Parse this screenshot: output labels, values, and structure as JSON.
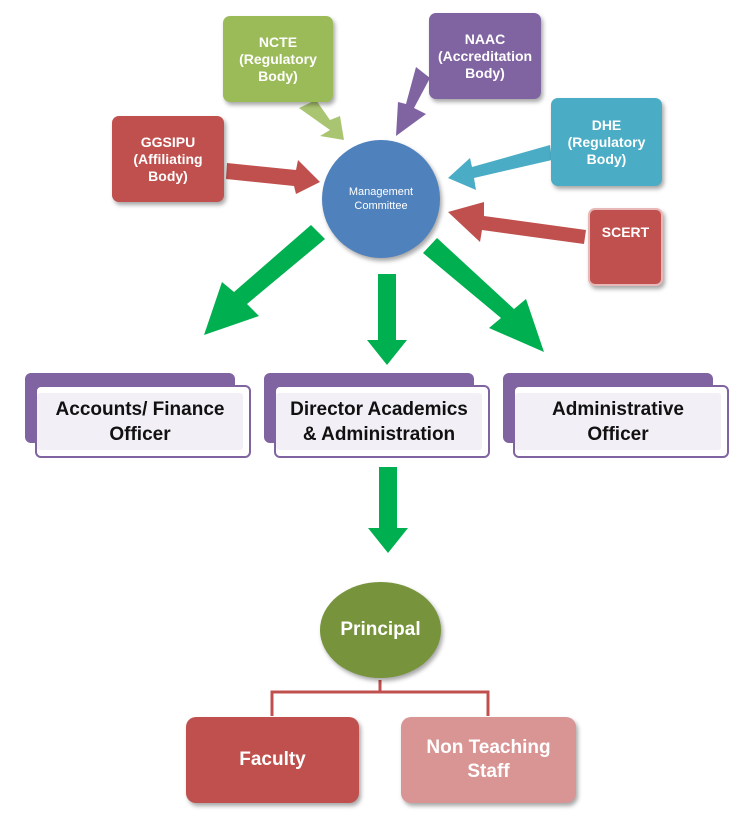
{
  "nodes": {
    "management": "Management\nCommittee",
    "ncte": "NCTE\n(Regulatory\nBody)",
    "naac": "NAAC\n(Accreditation\nBody)",
    "ggsipu": "GGSIPU\n(Affiliating\nBody)",
    "dhe": "DHE\n(Regulatory\nBody)",
    "scert": "SCERT",
    "accounts": "Accounts/ Finance\nOfficer",
    "director": "Director Academics\n& Administration",
    "administrative": "Administrative\nOfficer",
    "principal": "Principal",
    "faculty": "Faculty",
    "non_teaching": "Non Teaching\nStaff"
  },
  "colors": {
    "management": "#4f81bd",
    "ncte": "#9bbb59",
    "naac": "#8064a2",
    "ggsipu": "#c0504d",
    "dhe": "#4bacc6",
    "scert": "#c0504d",
    "officer_border": "#8064a2",
    "green_arrow": "#00b050",
    "principal": "#77933c",
    "faculty": "#c0504d",
    "non_teaching": "#d99594",
    "connector": "#c0504d"
  }
}
